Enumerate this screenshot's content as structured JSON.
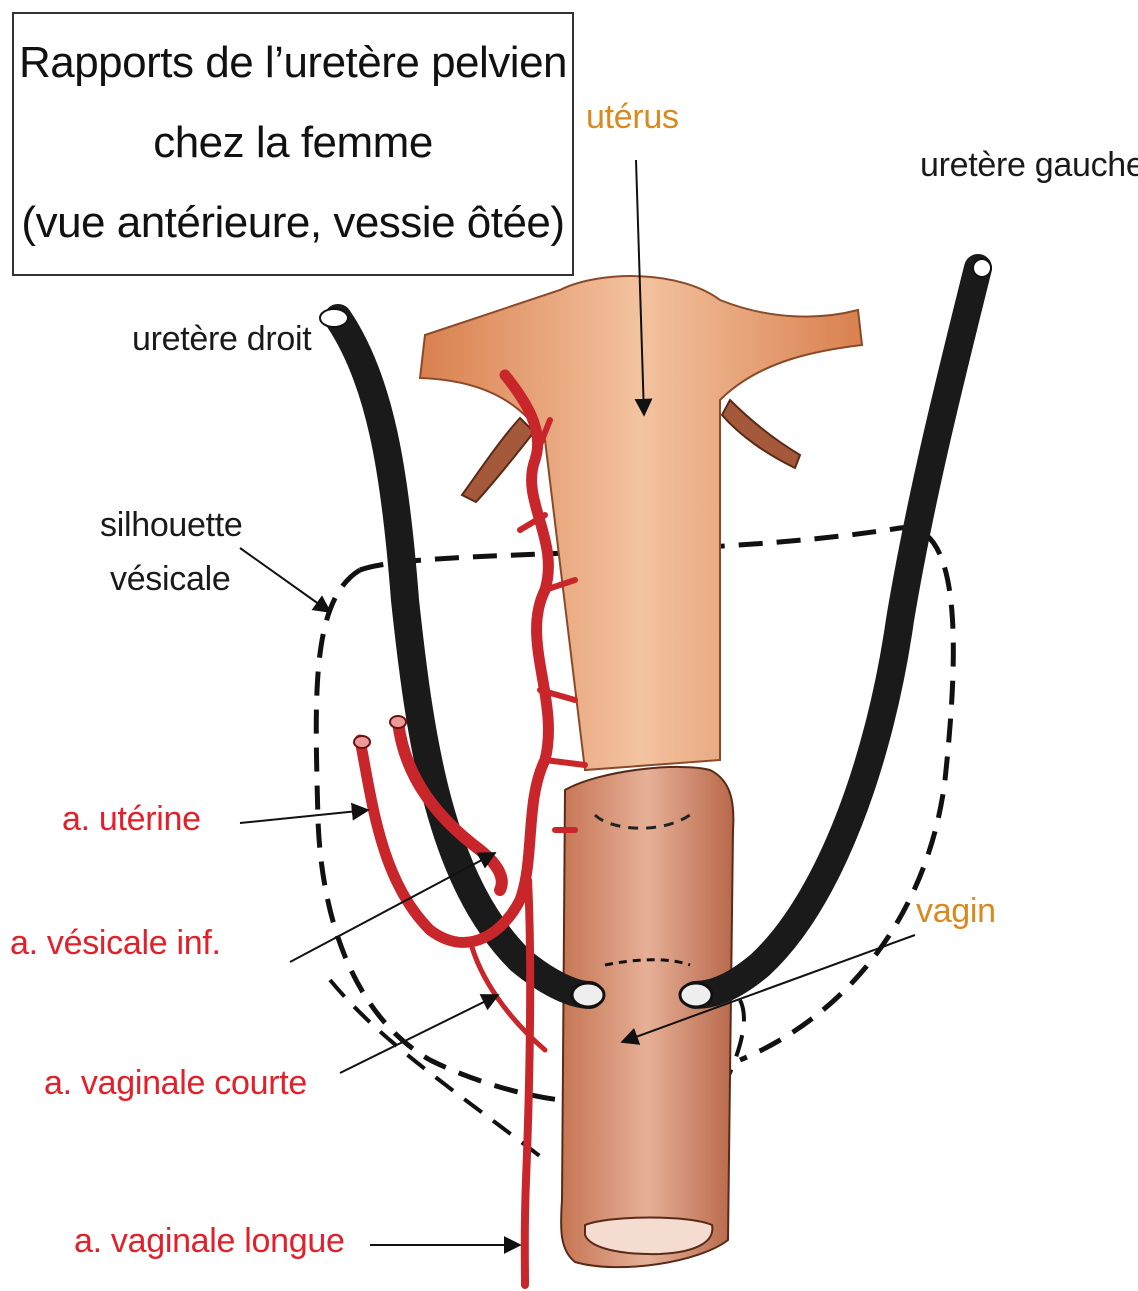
{
  "title": {
    "line1": "Rapports de l’uretère pelvien",
    "line2": "chez la femme",
    "line3": "(vue antérieure, vessie ôtée)"
  },
  "labels": {
    "uterus": "utérus",
    "uretere_gauche": "uretère gauche",
    "uretere_droit": "uretère droit",
    "silhouette_line1": "silhouette",
    "silhouette_line2": "vésicale",
    "vagin": "vagin",
    "a_uterine": "a. utérine",
    "a_vesicale_inf": "a. vésicale inf.",
    "a_vaginale_courte": "a. vaginale courte",
    "a_vaginale_longue": "a. vaginale longue"
  },
  "colors": {
    "ureter": "#1a1a1a",
    "uterus": "#e8a47a",
    "uterus_shadow": "#c9774c",
    "vagina": "#d48a6a",
    "artery": "#c8262a",
    "artery_label": "#e3202a",
    "organ_label": "#d98a1f",
    "tube": "#a45a3a"
  }
}
